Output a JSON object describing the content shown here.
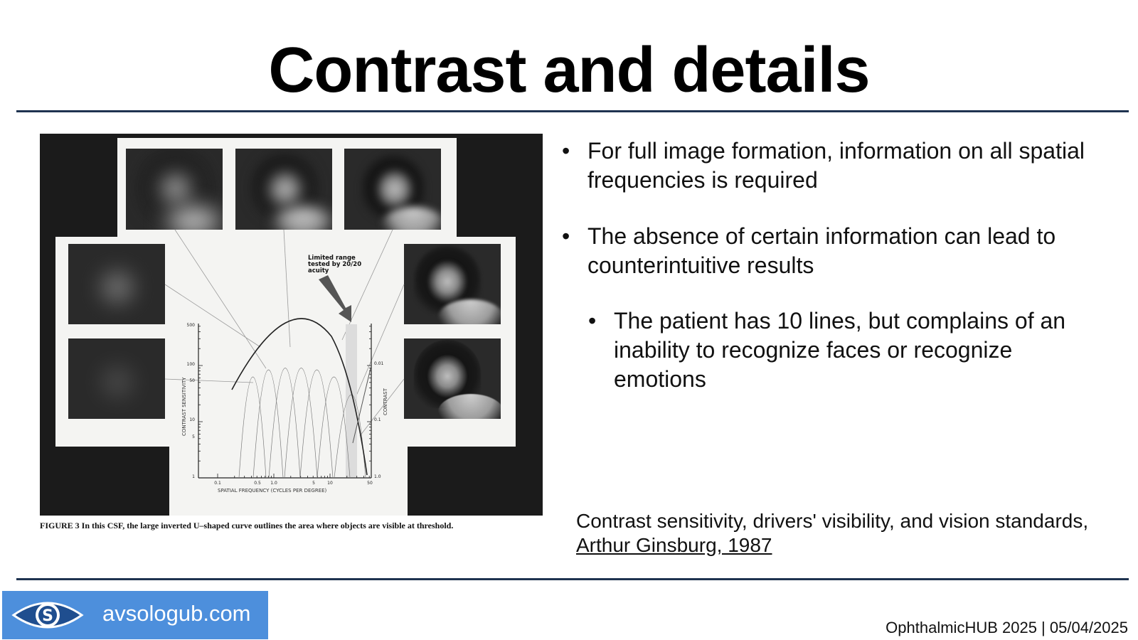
{
  "slide": {
    "title": "Contrast and details"
  },
  "figure": {
    "caption": "FIGURE 3   In this CSF, the large inverted U–shaped curve outlines the area where objects are visible at threshold.",
    "annotation_lines": [
      "Limited range",
      "tested by 20/20",
      "acuity"
    ],
    "y_left_label": "CONTRAST  SENSITIVITY",
    "y_right_label": "CONTRAST",
    "x_label": "SPATIAL  FREQUENCY  (CYCLES  PER  DEGREE)",
    "y_left_ticks": [
      "500",
      "100",
      "50",
      "10",
      "5",
      "1"
    ],
    "y_right_ticks": [
      "0.01",
      "0.1",
      "1.0"
    ],
    "x_ticks": [
      "0.1",
      "0.5",
      "1.0",
      "5",
      "10",
      "50"
    ]
  },
  "bullets": [
    {
      "text": "For full image formation, information on all spatial frequencies is required"
    },
    {
      "text": "The absence of certain information can lead to counterintuitive results"
    }
  ],
  "sub_bullets": [
    {
      "text": "The patient has 10 lines, but complains of an inability to recognize faces or recognize emotions"
    }
  ],
  "bullet_glyph": "•",
  "citation": {
    "text": "Contrast sensitivity, drivers' visibility, and vision standards,",
    "author": "Arthur Ginsburg, 1987"
  },
  "footer": {
    "brand": "avsologub.com",
    "event": "OphthalmicHUB 2025 | 05/04/2025",
    "brand_color": "#4d8fdc",
    "rule_color": "#1f3350"
  }
}
